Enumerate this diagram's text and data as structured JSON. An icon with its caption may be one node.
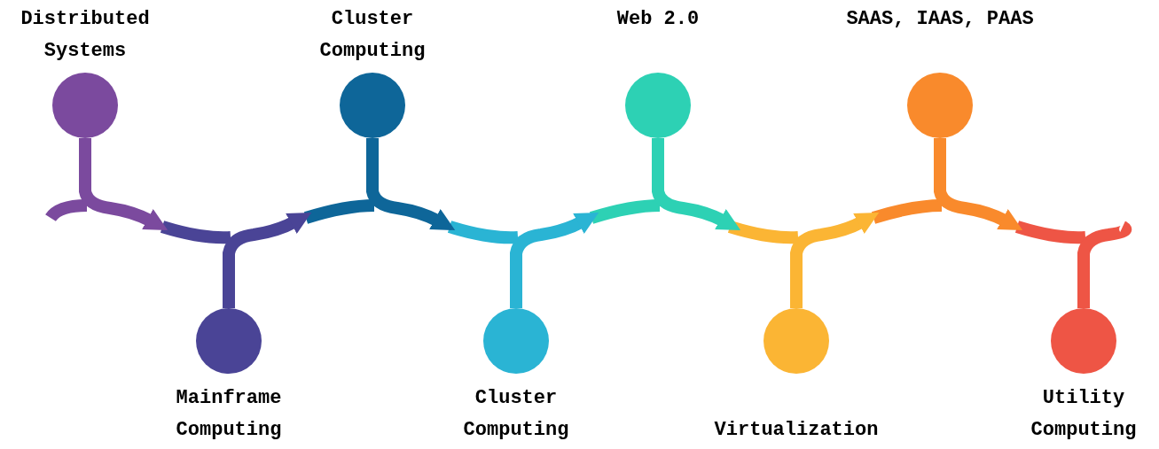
{
  "diagram": {
    "nodes": [
      {
        "text": [
          "Distributed Systems"
        ]
      },
      {
        "text": [
          "Mainframe Computing"
        ]
      },
      {
        "text": [
          "Cluster Computing"
        ]
      },
      {
        "text": [
          "Cluster Computing"
        ]
      },
      {
        "text": [
          "Web 2.0"
        ]
      },
      {
        "text": [
          "Virtualization"
        ]
      },
      {
        "text": [
          "SAAS, IAAS, PAAS"
        ]
      },
      {
        "text": [
          "Utility Computing"
        ]
      }
    ],
    "edges": [
      {
        "from": 0,
        "to": null,
        "arrow": "to",
        "color": "#7b4a9e"
      },
      {
        "from": 1,
        "to": null,
        "arrow": "to",
        "color": "#4a4496"
      },
      {
        "from": 2,
        "to": null,
        "arrow": "to",
        "color": "#0e6699"
      },
      {
        "from": 3,
        "to": null,
        "arrow": "to",
        "color": "#2ab4d4"
      },
      {
        "from": 4,
        "to": null,
        "arrow": "to",
        "color": "#2dd1b4"
      },
      {
        "from": 5,
        "to": null,
        "arrow": "to",
        "color": "#fbb534"
      },
      {
        "from": 6,
        "to": null,
        "arrow": "to",
        "color": "#f98a2c"
      },
      {
        "from": 7,
        "to": null,
        "arrow": "none",
        "color": "#ee5545"
      }
    ]
  }
}
